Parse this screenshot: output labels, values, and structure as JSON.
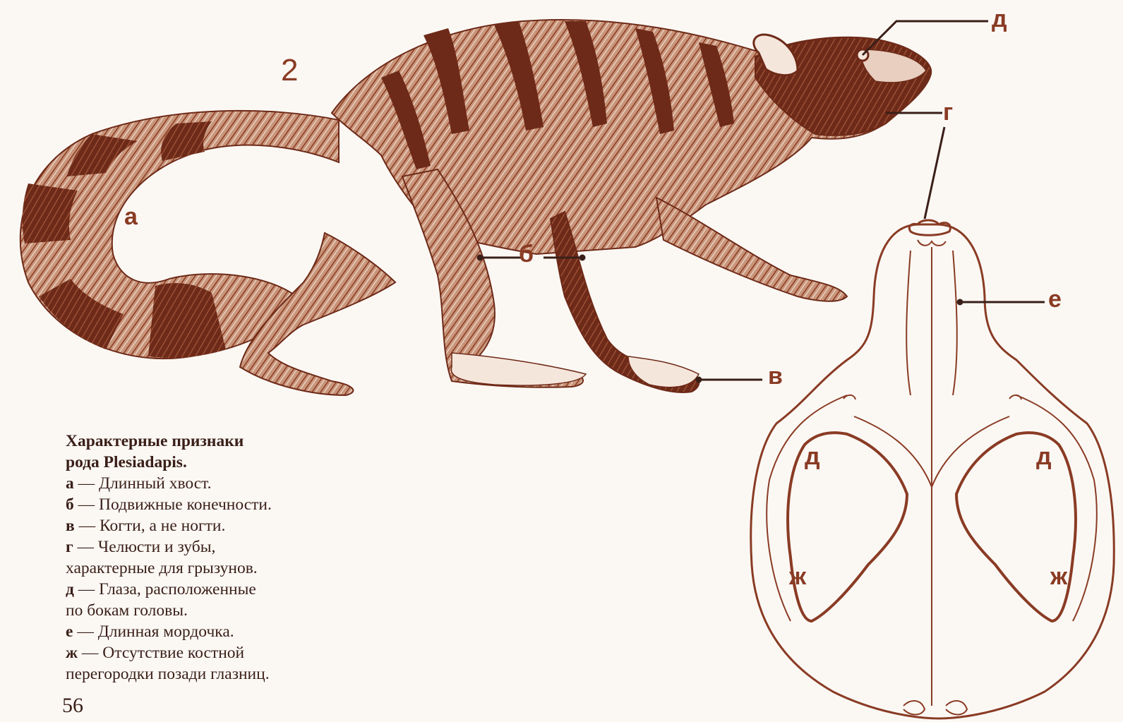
{
  "figure_number": "2",
  "labels": {
    "a": "а",
    "b": "б",
    "v": "в",
    "g": "г",
    "d_animal": "д",
    "e": "е",
    "d_left": "д",
    "d_right": "д",
    "zh_left": "ж",
    "zh_right": "ж"
  },
  "caption": {
    "title_line1": "Характерные признаки",
    "title_line2": "рода Plesiadapis.",
    "items": [
      {
        "key": "а",
        "text": " — Длинный хвост."
      },
      {
        "key": "б",
        "text": " — Подвижные конечности."
      },
      {
        "key": "в",
        "text": " — Когти, а не ногти."
      },
      {
        "key": "г",
        "text": " — Челюсти и зубы,"
      },
      {
        "key": "",
        "text": "характерные для грызунов."
      },
      {
        "key": "д",
        "text": " — Глаза, расположенные"
      },
      {
        "key": "",
        "text": "по бокам головы."
      },
      {
        "key": "е",
        "text": " — Длинная мордочка."
      },
      {
        "key": "ж",
        "text": " — Отсутствие костной"
      },
      {
        "key": "",
        "text": "перегородки позади глазниц."
      }
    ]
  },
  "page_number": "56",
  "colors": {
    "ink": "#8a3b24",
    "fur_dark": "#6e2a18",
    "fur_light": "#c9957a",
    "paper": "#fbf8f4",
    "text": "#3a1f18"
  }
}
